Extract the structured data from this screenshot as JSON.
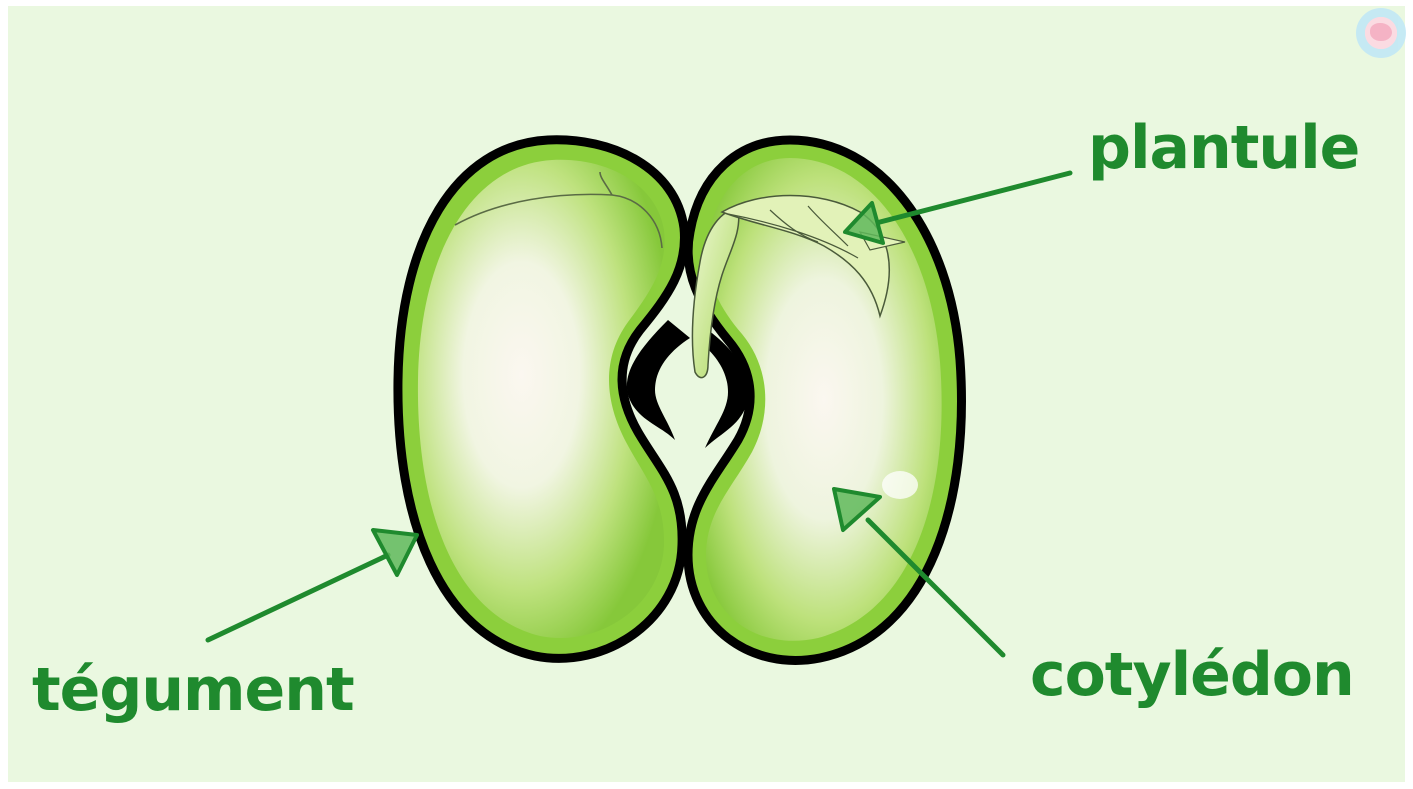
{
  "labels": {
    "plantule": "plantule",
    "tegument": "tégument",
    "cotyledon": "cotylédon"
  },
  "colors": {
    "background": "#eaf8e0",
    "label_green": "#1f8a2e",
    "seed_light": "#fbf6ee",
    "seed_green": "#8ccf3c",
    "outline": "#000000",
    "arrow_fill": "#5fb85b"
  },
  "logo": {
    "icon": "brain-logo-icon"
  }
}
